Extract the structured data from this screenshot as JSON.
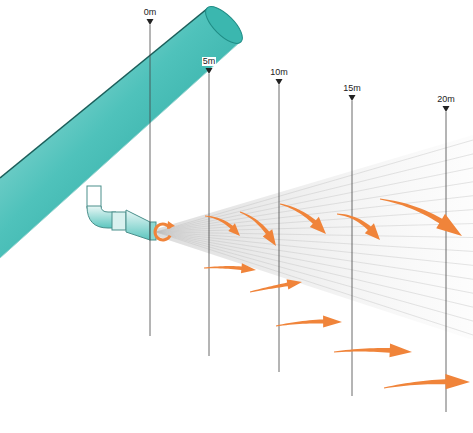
{
  "diagram": {
    "labels": [
      "0m",
      "5m",
      "10m",
      "15m",
      "20m"
    ]
  }
}
